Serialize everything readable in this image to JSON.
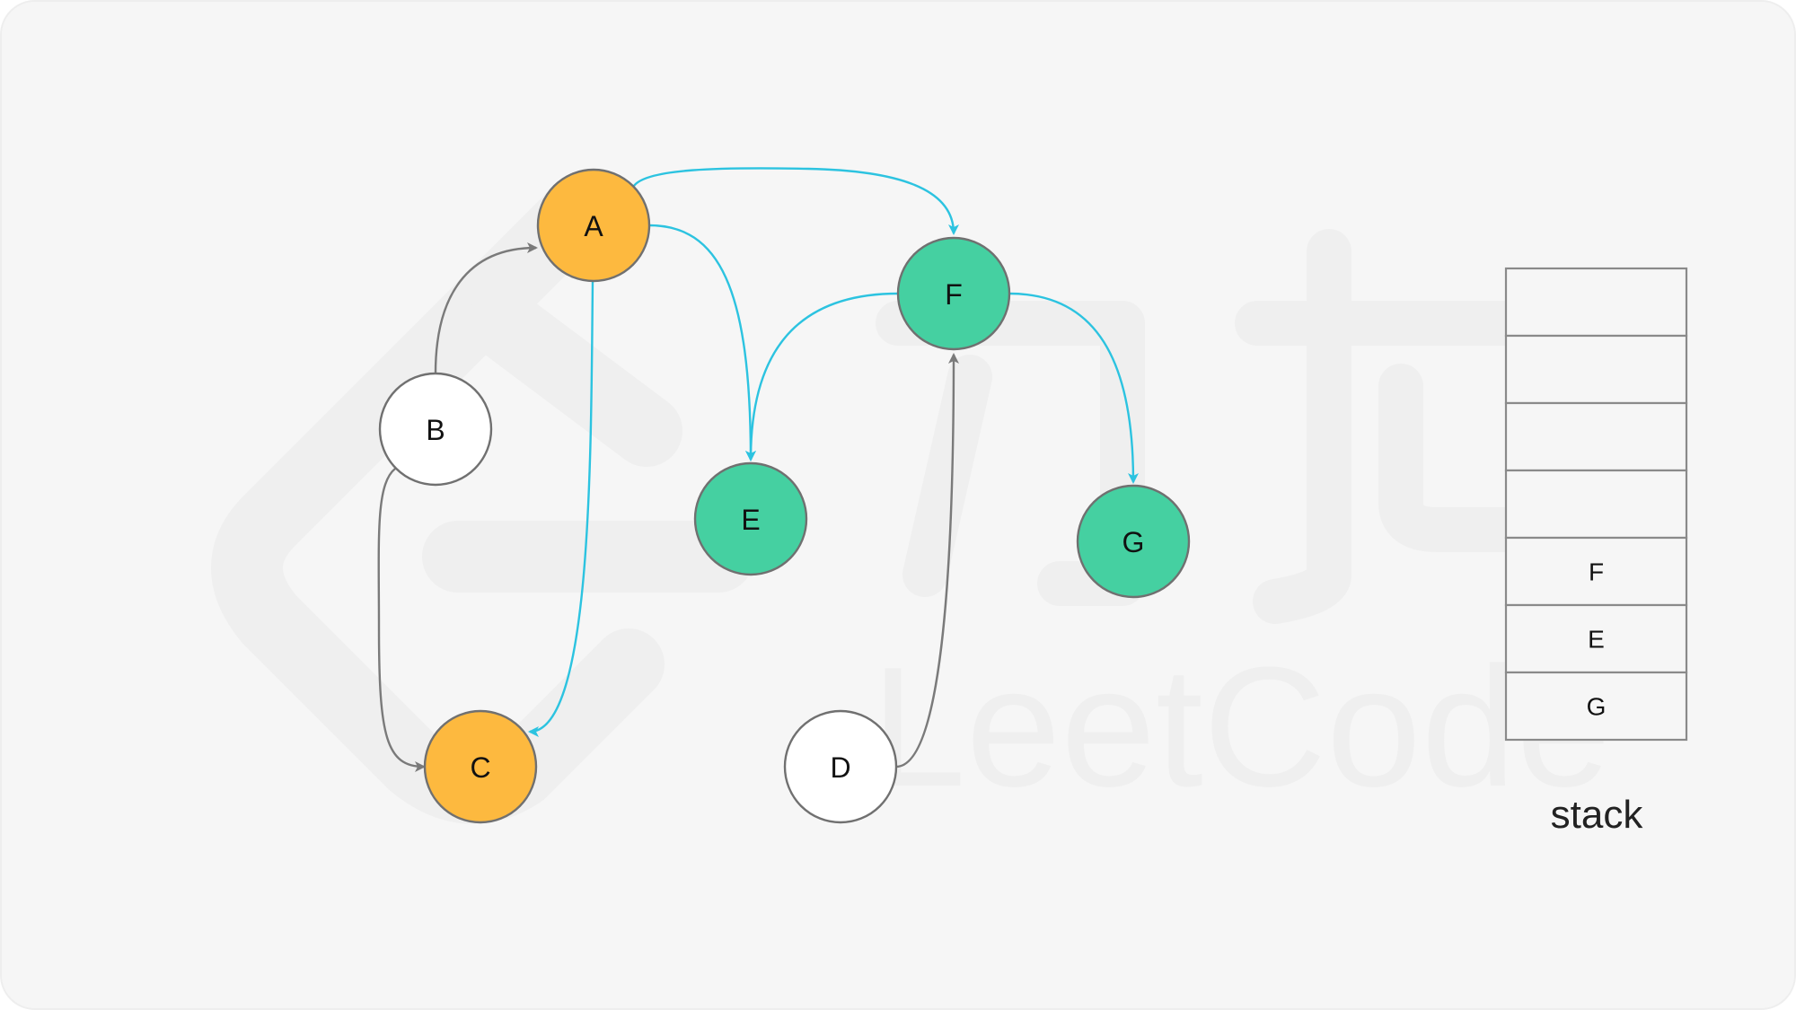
{
  "colors": {
    "background": "#f6f6f6",
    "frame_border": "#eeeeee",
    "orange": "#fdb93f",
    "green": "#45d0a1",
    "white_node": "#ffffff",
    "node_stroke": "#707070",
    "edge_blue": "#2cc3e0",
    "edge_gray": "#7a7a7a",
    "stack_stroke": "#8a8a8a"
  },
  "watermark": {
    "text": "LeetCode"
  },
  "nodes": [
    {
      "id": "A",
      "label": "A",
      "state": "orange"
    },
    {
      "id": "B",
      "label": "B",
      "state": "white"
    },
    {
      "id": "C",
      "label": "C",
      "state": "orange"
    },
    {
      "id": "D",
      "label": "D",
      "state": "white"
    },
    {
      "id": "E",
      "label": "E",
      "state": "green"
    },
    {
      "id": "F",
      "label": "F",
      "state": "green"
    },
    {
      "id": "G",
      "label": "G",
      "state": "green"
    }
  ],
  "edges": [
    {
      "from": "B",
      "to": "A",
      "color": "gray"
    },
    {
      "from": "B",
      "to": "C",
      "color": "gray"
    },
    {
      "from": "A",
      "to": "C",
      "color": "blue"
    },
    {
      "from": "A",
      "to": "E",
      "color": "blue"
    },
    {
      "from": "A",
      "to": "F",
      "color": "blue"
    },
    {
      "from": "F",
      "to": "E",
      "color": "blue"
    },
    {
      "from": "F",
      "to": "G",
      "color": "blue"
    },
    {
      "from": "D",
      "to": "F",
      "color": "gray"
    }
  ],
  "stack": {
    "title": "stack",
    "cells": [
      "",
      "",
      "",
      "",
      "F",
      "E",
      "G"
    ]
  }
}
